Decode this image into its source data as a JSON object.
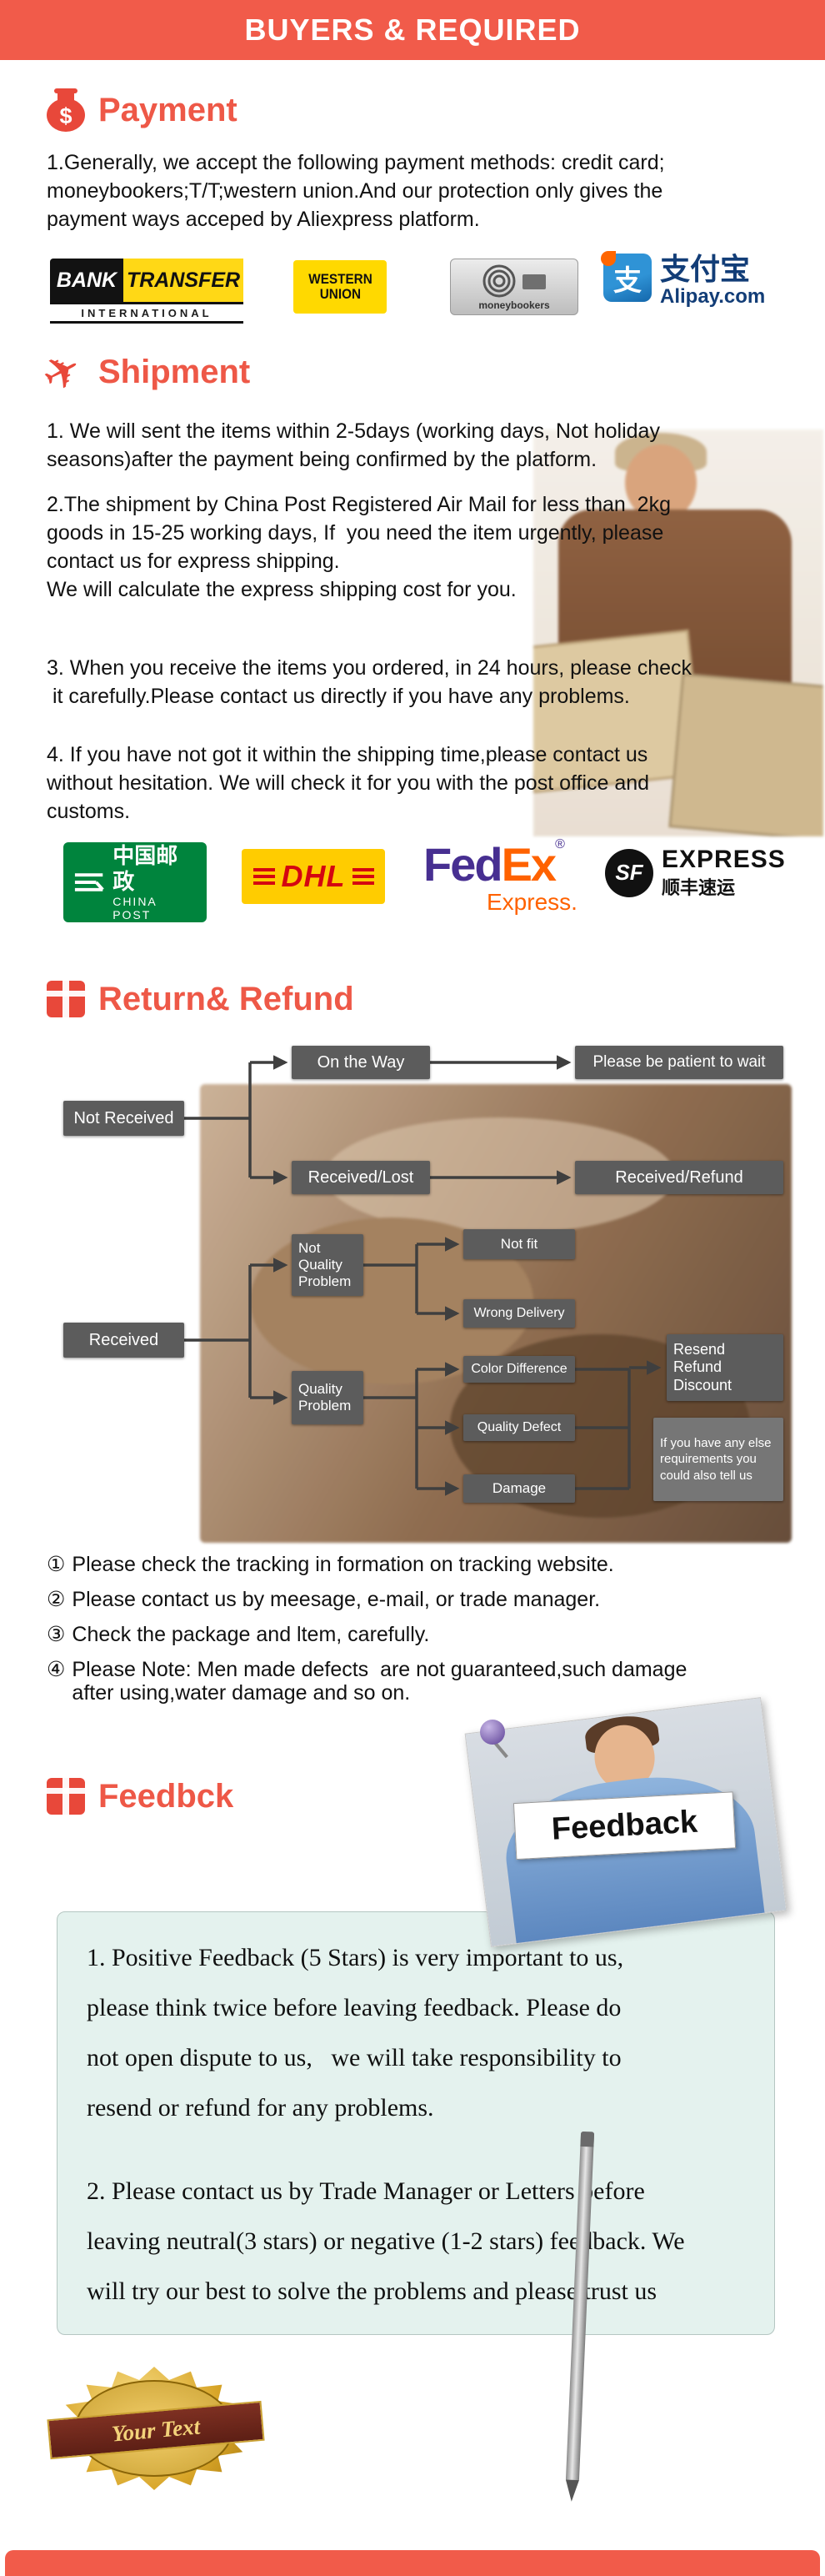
{
  "colors": {
    "accent": "#f15b4a",
    "section_title": "#ee5847",
    "flow_box": "#5c5c5c",
    "info_box_bg": "#e4f2ee"
  },
  "icons": {
    "plane": "✈",
    "dollar": "$"
  },
  "header": {
    "title": "BUYERS & REQUIRED"
  },
  "payment": {
    "title": "Payment",
    "body": "1.Generally, we accept the following payment methods: credit card;\nmoneybookers;T/T;western union.And our protection only gives the\npayment ways acceped by Aliexpress platform.",
    "logos": {
      "bank_transfer": {
        "bank": "BANK",
        "transfer": "TRANSFER",
        "international": "INTERNATIONAL"
      },
      "western_union": {
        "line1": "WESTERN",
        "line2": "UNION"
      },
      "moneybookers": {
        "label": "moneybookers"
      },
      "alipay": {
        "glyph": "支",
        "cn": "支付宝",
        "en": "Alipay.com"
      }
    }
  },
  "shipment": {
    "title": "Shipment",
    "p1": "1. We will sent the items within 2-5days (working days, Not holiday\nseasons)after the payment being confirmed by the platform.",
    "p2": "2.The shipment by China Post Registered Air Mail for less than  2kg\ngoods in 15-25 working days, If  you need the item urgently, please\ncontact us for express shipping.\nWe will calculate the express shipping cost for you.",
    "p3": "3. When you receive the items you ordered, in 24 hours, please check\n it carefully.Please contact us directly if you have any problems.",
    "p4": "4. If you have not got it within the shipping time,please contact us\nwithout hesitation. We will check it for you with the post office and\ncustoms.",
    "logos": {
      "china_post": {
        "cn": "中国邮政",
        "en": "CHINA POST"
      },
      "dhl": {
        "label": "DHL"
      },
      "fedex": {
        "fed": "Fed",
        "ex": "Ex",
        "reg": "®",
        "sub": "Express."
      },
      "sf": {
        "mono": "SF",
        "express": "EXPRESS",
        "cn": "顺丰速运"
      }
    }
  },
  "returns": {
    "title": "Return& Refund",
    "flow": {
      "not_received": "Not Received",
      "on_the_way": "On the Way",
      "be_patient": "Please be patient to wait",
      "received_lost": "Received/Lost",
      "received_refund": "Received/Refund",
      "received": "Received",
      "not_quality": "Not\nQuality\nProblem",
      "quality": "Quality\nProblem",
      "not_fit": "Not fit",
      "wrong_delivery": "Wrong Delivery",
      "color_difference": "Color Difference",
      "quality_defect": "Quality Defect",
      "damage": "Damage",
      "resend": "Resend\nRefund\nDiscount",
      "else_note": "If you have any else\nrequirements you\ncould also tell us"
    },
    "notes": [
      {
        "num": "①",
        "text": "Please check the tracking in formation on tracking website."
      },
      {
        "num": "②",
        "text": "Please contact us by meesage, e-mail, or trade manager."
      },
      {
        "num": "③",
        "text": "Check the package and ltem, carefully."
      },
      {
        "num": "④",
        "text": "Please Note: Men made defects  are not guaranteed,such damage\nafter using,water damage and so on."
      }
    ]
  },
  "feedback": {
    "title": "Feedbck",
    "sign": "Feedback",
    "p1": "1. Positive Feedback (5 Stars) is very important to us,\nplease think twice before leaving feedback. Please do\nnot open dispute to us,   we will take responsibility to\nresend or refund for any problems.",
    "p2": "2. Please contact us by Trade Manager or Letters before\nleaving neutral(3 stars) or negative (1-2 stars) feedback. We\nwill try our best to solve the problems and please trust us",
    "badge": "Your Text"
  }
}
